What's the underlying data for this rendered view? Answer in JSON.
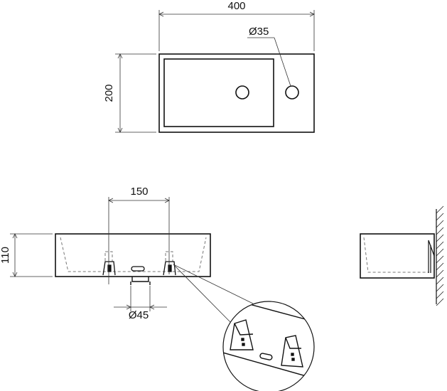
{
  "dimensions": {
    "top_width": "400",
    "top_depth": "200",
    "tap_hole": "Ø35",
    "bracket_spacing": "150",
    "height": "110",
    "drain": "Ø45"
  },
  "colors": {
    "line": "#111111",
    "hidden_line": "#777777",
    "thin_line": "#333333"
  }
}
